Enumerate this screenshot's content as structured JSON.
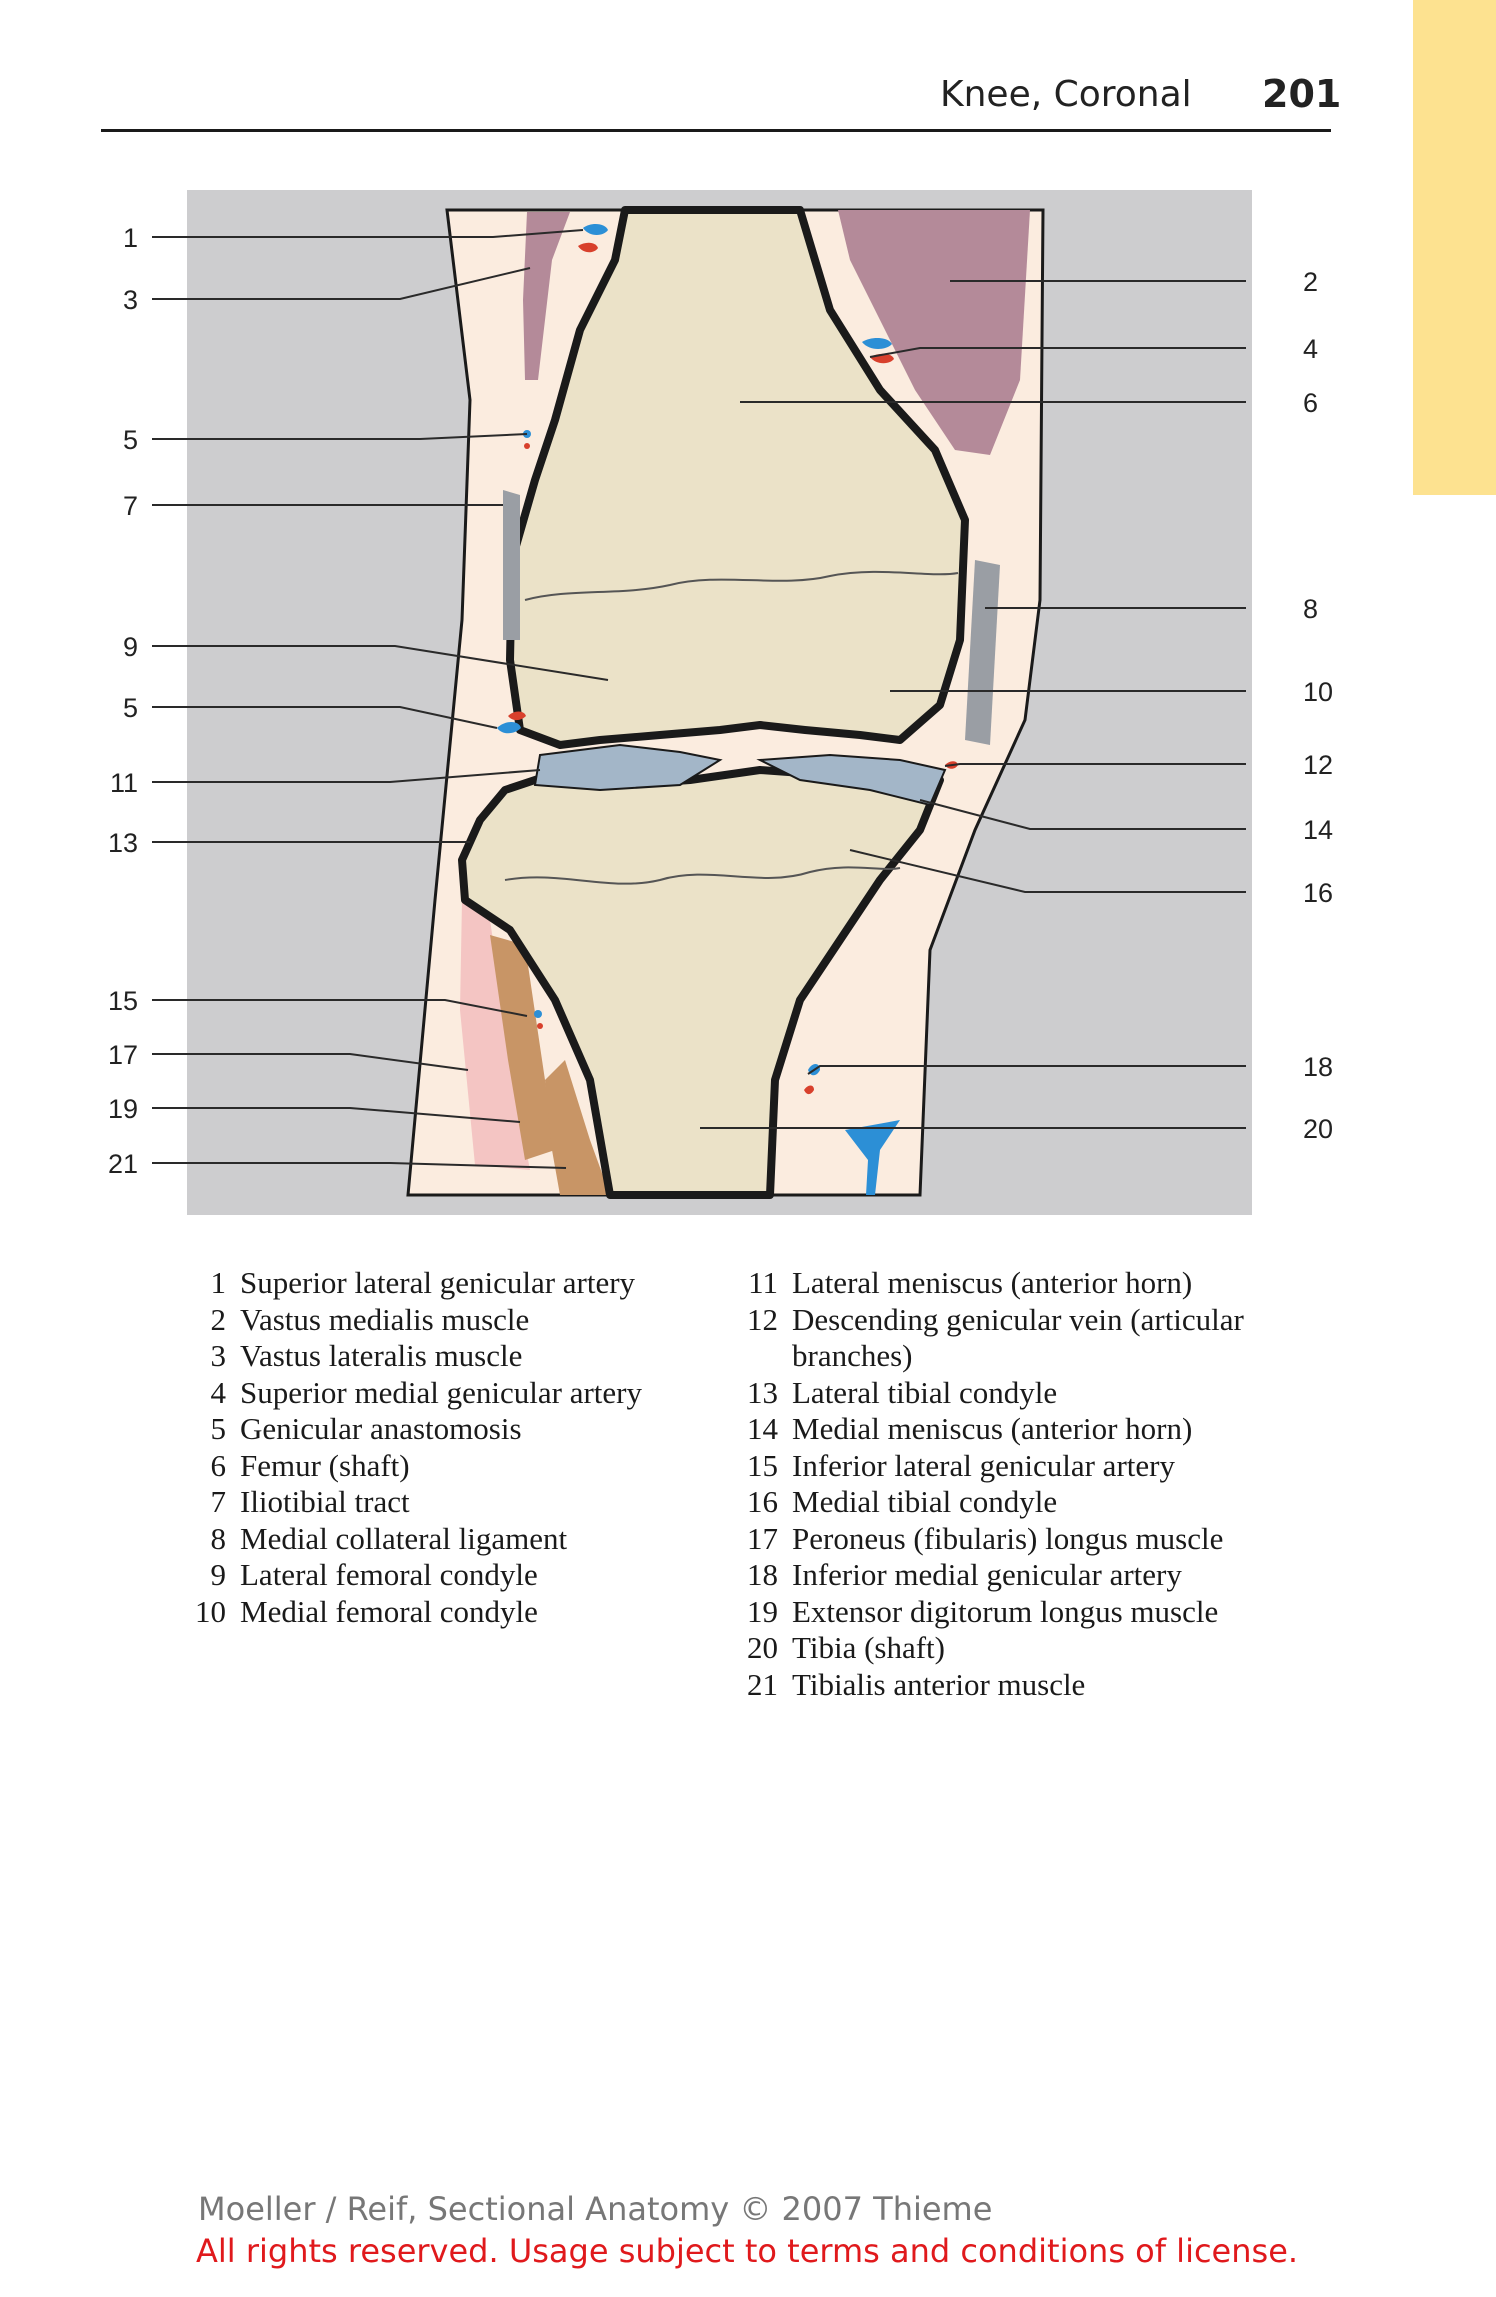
{
  "header": {
    "section_title": "Knee, Coronal",
    "page_number": "201"
  },
  "figure": {
    "callouts_left": [
      "1",
      "3",
      "5",
      "7",
      "9",
      "5",
      "11",
      "13",
      "15",
      "17",
      "19",
      "21"
    ],
    "callouts_right": [
      "2",
      "4",
      "6",
      "8",
      "10",
      "12",
      "14",
      "16",
      "18",
      "20"
    ]
  },
  "legend": {
    "left": [
      {
        "num": "1",
        "text": "Superior lateral genicular artery"
      },
      {
        "num": "2",
        "text": "Vastus medialis muscle"
      },
      {
        "num": "3",
        "text": "Vastus lateralis muscle"
      },
      {
        "num": "4",
        "text": "Superior medial genicular artery"
      },
      {
        "num": "5",
        "text": "Genicular anastomosis"
      },
      {
        "num": "6",
        "text": "Femur (shaft)"
      },
      {
        "num": "7",
        "text": "Iliotibial tract"
      },
      {
        "num": "8",
        "text": "Medial collateral ligament"
      },
      {
        "num": "9",
        "text": "Lateral femoral condyle"
      },
      {
        "num": "10",
        "text": "Medial femoral condyle"
      }
    ],
    "right": [
      {
        "num": "11",
        "text": "Lateral meniscus (anterior horn)"
      },
      {
        "num": "12",
        "text": "Descending genicular vein (articular branches)"
      },
      {
        "num": "13",
        "text": "Lateral tibial condyle"
      },
      {
        "num": "14",
        "text": "Medial meniscus (anterior horn)"
      },
      {
        "num": "15",
        "text": "Inferior lateral genicular artery"
      },
      {
        "num": "16",
        "text": "Medial tibial condyle"
      },
      {
        "num": "17",
        "text": "Peroneus (fibularis) longus muscle"
      },
      {
        "num": "18",
        "text": "Inferior medial genicular artery"
      },
      {
        "num": "19",
        "text": "Extensor digitorum longus muscle"
      },
      {
        "num": "20",
        "text": "Tibia (shaft)"
      },
      {
        "num": "21",
        "text": "Tibialis anterior muscle"
      }
    ]
  },
  "footer": {
    "credit": "Moeller / Reif, Sectional Anatomy © 2007 Thieme",
    "rights": "All rights reserved. Usage subject to terms and conditions of license."
  },
  "colors": {
    "tab": "#fde290",
    "panel": "#cdcdcf",
    "bone": "#ebe2c8",
    "soft_tissue": "#fbecdf",
    "muscle_purple": "#b48a99",
    "muscle_pink": "#f4c5c3",
    "muscle_brown": "#c89566",
    "meniscus": "#a3b6c8",
    "ligament": "#9a9ea4",
    "vein": "#2c8fd6",
    "artery": "#d8402c",
    "copyright_red": "#e0191c"
  }
}
